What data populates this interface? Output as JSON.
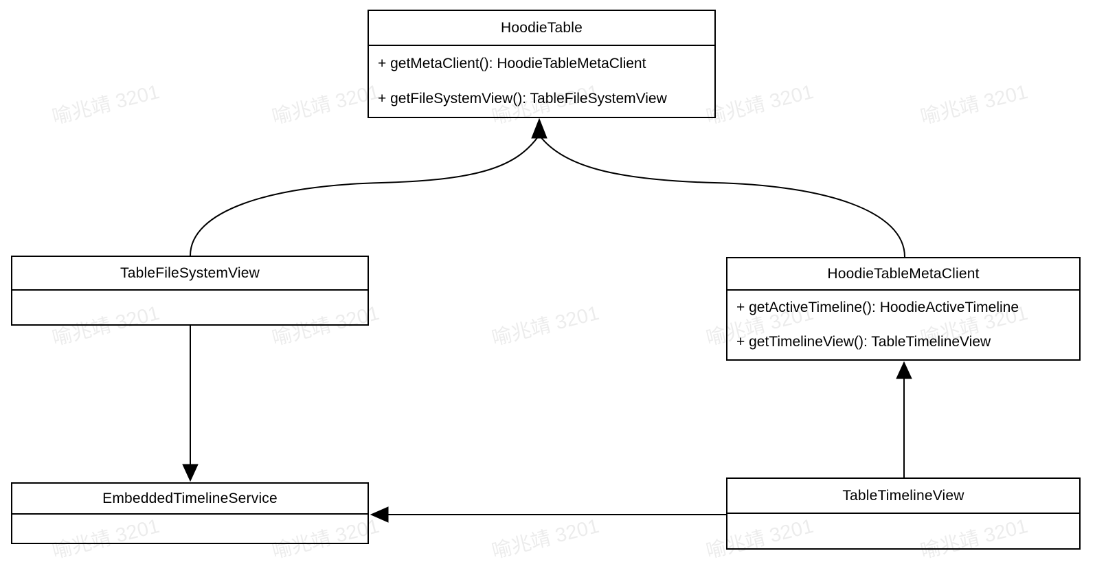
{
  "classes": {
    "hoodie_table": {
      "name": "HoodieTable",
      "methods": [
        "+ getMetaClient(): HoodieTableMetaClient",
        "+ getFileSystemView(): TableFileSystemView"
      ]
    },
    "table_file_system_view": {
      "name": "TableFileSystemView",
      "methods": []
    },
    "hoodie_table_meta_client": {
      "name": "HoodieTableMetaClient",
      "methods": [
        "+ getActiveTimeline(): HoodieActiveTimeline",
        "+ getTimelineView(): TableTimelineView"
      ]
    },
    "embedded_timeline_service": {
      "name": "EmbeddedTimelineService",
      "methods": []
    },
    "table_timeline_view": {
      "name": "TableTimelineView",
      "methods": []
    }
  },
  "relations": [
    {
      "from": "TableFileSystemView",
      "to": "HoodieTable",
      "style": "curved-arrow"
    },
    {
      "from": "HoodieTableMetaClient",
      "to": "HoodieTable",
      "style": "curved-arrow"
    },
    {
      "from": "TableFileSystemView",
      "to": "EmbeddedTimelineService",
      "style": "straight-arrow"
    },
    {
      "from": "TableTimelineView",
      "to": "HoodieTableMetaClient",
      "style": "straight-arrow"
    },
    {
      "from": "TableTimelineView",
      "to": "EmbeddedTimelineService",
      "style": "straight-arrow"
    }
  ],
  "watermark": {
    "text": "喻兆靖 3201",
    "color": "#000000",
    "opacity": 0.07
  },
  "colors": {
    "stroke": "#000000",
    "box_fill": "#ffffff",
    "background": "#ffffff"
  }
}
